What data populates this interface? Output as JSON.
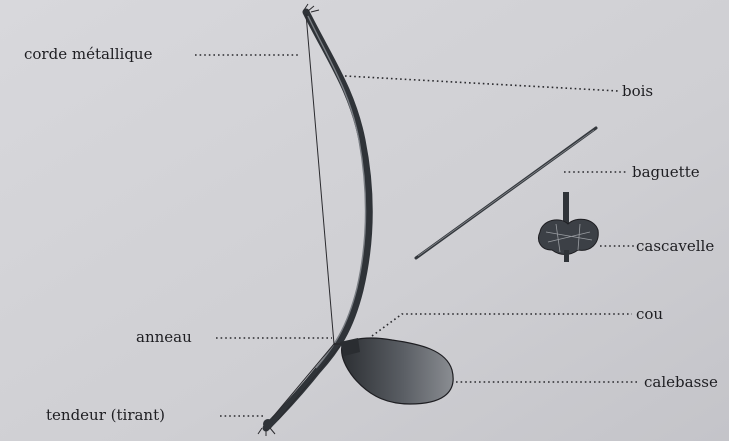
{
  "diagram": {
    "labels": {
      "corde": "corde métallique",
      "bois": "bois",
      "baguette": "baguette",
      "cascavelle": "cascavelle",
      "cou": "cou",
      "anneau": "anneau",
      "calebasse": "calebasse",
      "tendeur": "tendeur (tirant)"
    },
    "colors": {
      "paper": "#cfcfd3",
      "ink": "#1e1e22",
      "wood": "#3b4046",
      "gourd": "#4a4e54"
    }
  }
}
